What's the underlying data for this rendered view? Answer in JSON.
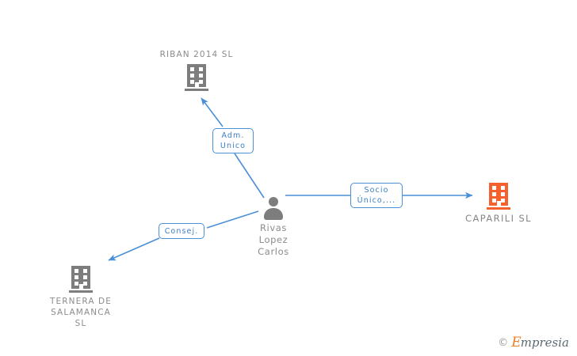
{
  "diagram": {
    "background": "#ffffff",
    "edge_color": "#4a90d9",
    "company_icon_color": "#7d7d7d",
    "company_icon_color_highlight": "#f4612c",
    "person_icon_color": "#7d7d7d",
    "label_text_color": "#8c8c8c",
    "relation_text_color": "#3b7fc4",
    "nodes": [
      {
        "id": "riban",
        "type": "company",
        "label": "RIBAN 2014  SL",
        "icon": "building-icon",
        "highlight": false
      },
      {
        "id": "person",
        "type": "person",
        "label": "Rivas\nLopez\nCarlos",
        "icon": "person-icon"
      },
      {
        "id": "caparili",
        "type": "company",
        "label": "CAPARILI  SL",
        "icon": "building-icon",
        "highlight": true
      },
      {
        "id": "ternera",
        "type": "company",
        "label": "TERNERA DE\nSALAMANCA\nSL",
        "icon": "building-icon",
        "highlight": false
      }
    ],
    "relations": [
      {
        "id": "adm-unico",
        "label": "Adm.\nUnico",
        "from": "person",
        "to": "riban"
      },
      {
        "id": "socio-unico",
        "label": "Socio\nÚnico,...",
        "from": "person",
        "to": "caparili"
      },
      {
        "id": "consej",
        "label": "Consej.",
        "from": "person",
        "to": "ternera"
      }
    ]
  },
  "watermark": {
    "copyright": "©",
    "brand_initial": "E",
    "brand_rest": "mpresia"
  }
}
